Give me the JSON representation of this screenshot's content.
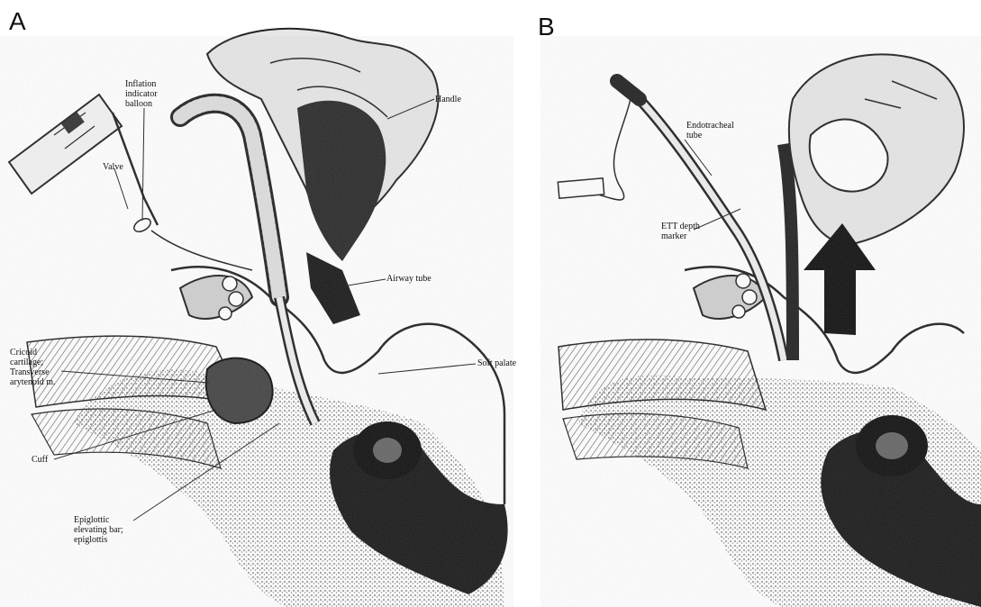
{
  "figure": {
    "panels": [
      {
        "letter": "A",
        "labels": {
          "inflation_balloon": "Inflation\nindicator\nballoon",
          "valve": "Valve",
          "handle": "Handle",
          "airway_tube": "Airway tube",
          "cricoid": "Cricoid\ncartilage;\nTransverse\narytenoid m.",
          "soft_palate": "Soft palate",
          "cuff": "Cuff",
          "epiglottic": "Epiglottic\nelevating bar;\nepiglottis"
        }
      },
      {
        "letter": "B",
        "labels": {
          "endotracheal_tube": "Endotracheal\ntube",
          "ett_depth_marker": "ETT depth\nmarker"
        }
      }
    ],
    "colors": {
      "ink": "#111111",
      "shade": "#2a2a2a",
      "tone": "#8a8a8a",
      "paper": "#ffffff"
    }
  }
}
